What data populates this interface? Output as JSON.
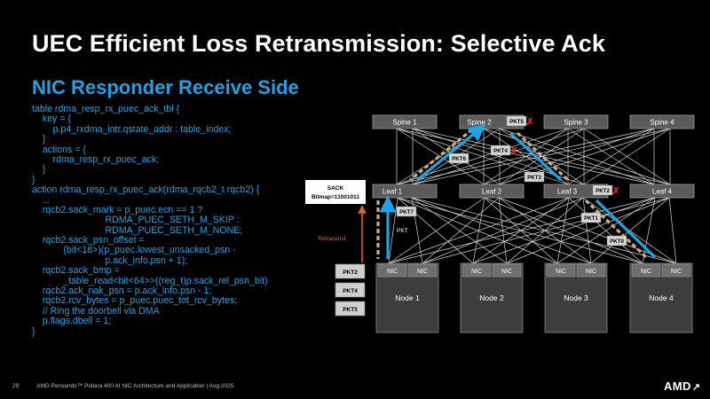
{
  "slide": {
    "title": "UEC Efficient Loss Retransmission: Selective Ack",
    "subtitle": "NIC Responder Receive Side",
    "page_number": "29",
    "footer_text": "AMD Pensando™ Pollara 400 AI NIC Architecture and Application  |  Aug 2025",
    "logo_text": "AMD",
    "logo_mark": "↗"
  },
  "code_lines": [
    "table rdma_resp_rx_puec_ack_tbl {",
    "    key = {",
    "        p.p4_rxdma_intr.qstate_addr : table_index;",
    "    }",
    "    actions = {",
    "        rdma_resp_rx_puec_ack;",
    "    }",
    "}",
    "action rdma_resp_rx_puec_ack(rdma_rqcb2_t rqcb2) {",
    "    ...",
    "    rqcb2.sack_mark = p_puec.ecn == 1 ?",
    "                            RDMA_PUEC_SETH_M_SKIP :",
    "                            RDMA_PUEC_SETH_M_NONE;",
    "    rqcb2.sack_psn_offset =",
    "            (bit<16>)(p_puec.lowest_unsacked_psn -",
    "                            p.ack_info.psn + 1);",
    "    rqcb2.sack_bmp =",
    "            _table_read<bit<64>>((reg_t)p.sack_rel_psn_bit)",
    "    rqcb2.ack_nak_psn = p.ack_info.psn - 1;",
    "    rqcb2.rcv_bytes = p_puec.puec_tot_rcv_bytes;",
    "    // Ring the doorbell via DMA",
    "    p.flags.dbell = 1;",
    "}"
  ],
  "diagram": {
    "spines": [
      "Spine 1",
      "Spine 2",
      "Spine 3",
      "Spine 4"
    ],
    "leaves": [
      "Leaf 1",
      "Leaf 2",
      "Leaf 3",
      "Leaf 4"
    ],
    "nodes": [
      "Node 1",
      "Node 2",
      "Node 3",
      "Node 4"
    ],
    "nic_label": "NIC",
    "sack_title": "SACK",
    "sack_bitmap": "Bitmap=11001011",
    "retransmit_label": "Retransmit",
    "pkt_label": "PKT",
    "retransmit_packets": [
      "PKT2",
      "PKT4",
      "PKT5"
    ],
    "packet_tags": [
      "PKT5",
      "PKT4",
      "PKT6",
      "PKT3",
      "PKT7",
      "PKT2",
      "PKT1",
      "PKT0"
    ],
    "drop_mark": "✗",
    "colors": {
      "accent_blue": "#1da3e6",
      "switch_fill": "#5a5a5a",
      "node_fill": "#3d3d3d",
      "nic_fill": "#6e6e6e",
      "tag_fill": "#d6d6d6",
      "dashed_path": "#c9b07a",
      "retransmit_arrow": "#e0662b",
      "drop_red": "#e02020"
    }
  }
}
